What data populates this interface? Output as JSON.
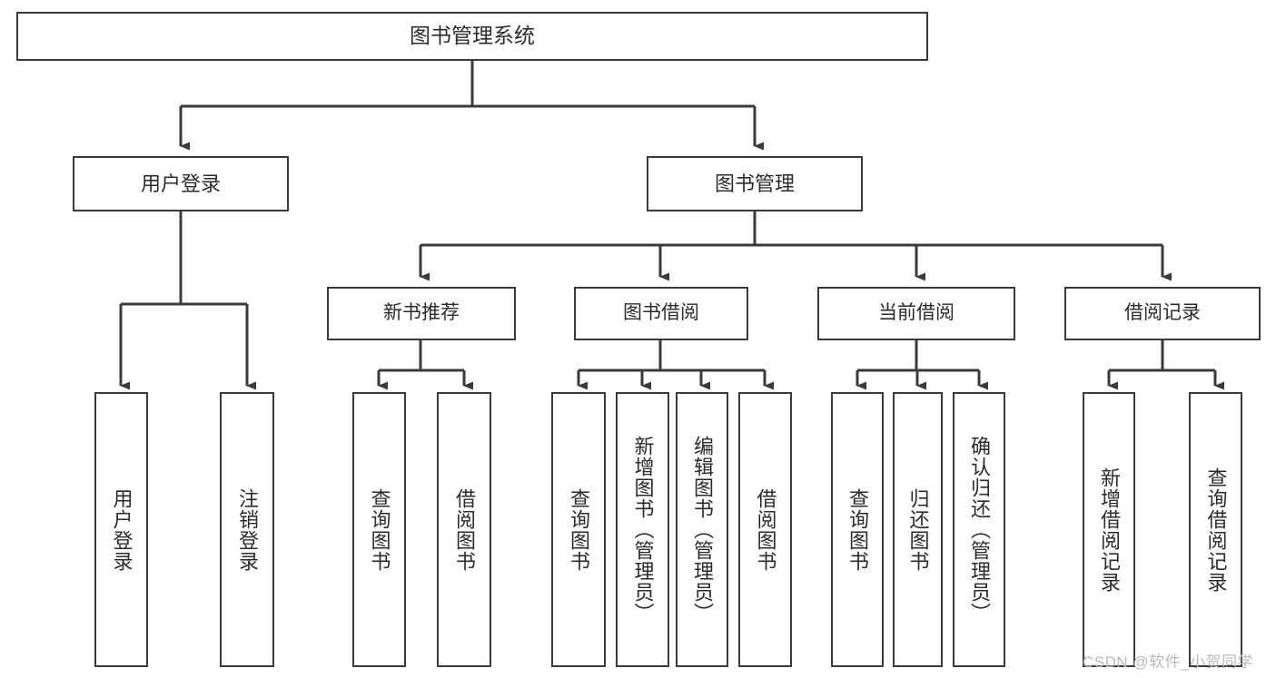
{
  "diagram": {
    "title": "图书管理系统",
    "type": "hierarchy-tree",
    "root": {
      "id": "root",
      "label": "图书管理系统"
    },
    "level1": [
      {
        "id": "user-login",
        "label": "用户登录"
      },
      {
        "id": "book-management",
        "label": "图书管理"
      }
    ],
    "level2": [
      {
        "id": "new-book-recommend",
        "label": "新书推荐",
        "parent": "book-management"
      },
      {
        "id": "book-borrow",
        "label": "图书借阅",
        "parent": "book-management"
      },
      {
        "id": "current-borrow",
        "label": "当前借阅",
        "parent": "book-management"
      },
      {
        "id": "borrow-record",
        "label": "借阅记录",
        "parent": "book-management"
      }
    ],
    "leaves": {
      "user_login": [
        {
          "id": "leaf-user-login",
          "label": "用户登录"
        },
        {
          "id": "leaf-logout-login",
          "label": "注销登录"
        }
      ],
      "new_book_recommend": [
        {
          "id": "leaf-query-book-1",
          "label": "查询图书"
        },
        {
          "id": "leaf-borrow-book-1",
          "label": "借阅图书"
        }
      ],
      "book_borrow": [
        {
          "id": "leaf-query-book-2",
          "label": "查询图书"
        },
        {
          "id": "leaf-add-book",
          "label": "新增图书（管理员）"
        },
        {
          "id": "leaf-edit-book",
          "label": "编辑图书（管理员）"
        },
        {
          "id": "leaf-borrow-book-2",
          "label": "借阅图书"
        }
      ],
      "current_borrow": [
        {
          "id": "leaf-query-book-3",
          "label": "查询图书"
        },
        {
          "id": "leaf-return-book",
          "label": "归还图书"
        },
        {
          "id": "leaf-confirm-return",
          "label": "确认归还（管理员）"
        }
      ],
      "borrow_record": [
        {
          "id": "leaf-add-record",
          "label": "新增借阅记录"
        },
        {
          "id": "leaf-query-record",
          "label": "查询借阅记录"
        }
      ]
    }
  },
  "watermark": {
    "text": "CSDN @软件_小贺同学"
  },
  "colors": {
    "stroke": "#3a3a3a",
    "text": "#2b2b2b",
    "background": "#ffffff",
    "watermark": "#b9b9b9"
  }
}
